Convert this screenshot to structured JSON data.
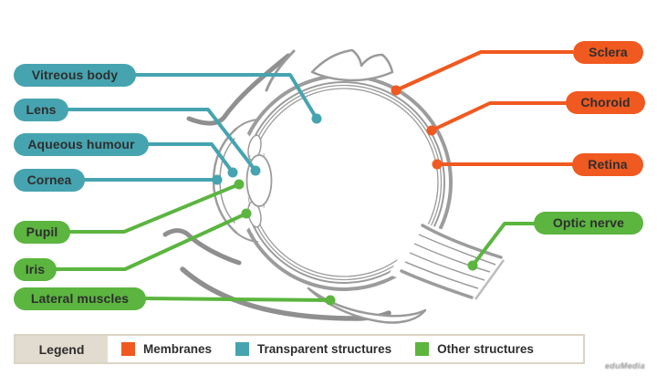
{
  "callouts": {
    "vitreous_body": {
      "text": "Vitreous body",
      "category": "Transparent structures"
    },
    "lens": {
      "text": "Lens",
      "category": "Transparent structures"
    },
    "aqueous_humour": {
      "text": "Aqueous humour",
      "category": "Transparent structures"
    },
    "cornea": {
      "text": "Cornea",
      "category": "Transparent structures"
    },
    "pupil": {
      "text": "Pupil",
      "category": "Other structures"
    },
    "iris": {
      "text": "Iris",
      "category": "Other structures"
    },
    "lateral_muscles": {
      "text": "Lateral muscles",
      "category": "Other structures"
    },
    "sclera": {
      "text": "Sclera",
      "category": "Membranes"
    },
    "choroid": {
      "text": "Choroid",
      "category": "Membranes"
    },
    "retina": {
      "text": "Retina",
      "category": "Membranes"
    },
    "optic_nerve": {
      "text": "Optic nerve",
      "category": "Other structures"
    }
  },
  "legend": {
    "title": "Legend",
    "items": [
      {
        "label": "Membranes",
        "color": "#f0591f"
      },
      {
        "label": "Transparent structures",
        "color": "#46a4b0"
      },
      {
        "label": "Other structures",
        "color": "#5bb53f"
      }
    ]
  },
  "colors": {
    "membranes": "#f0591f",
    "transparent_structures": "#46a4b0",
    "other_structures": "#5bb53f",
    "outline_gray": "#9c9c9c",
    "lid_gray": "#8f8f8f",
    "label_text": "#2e2e2e",
    "legend_band_bg": "#e2dbcf",
    "legend_border": "#dbd3c6"
  },
  "watermark": "eduMedia"
}
